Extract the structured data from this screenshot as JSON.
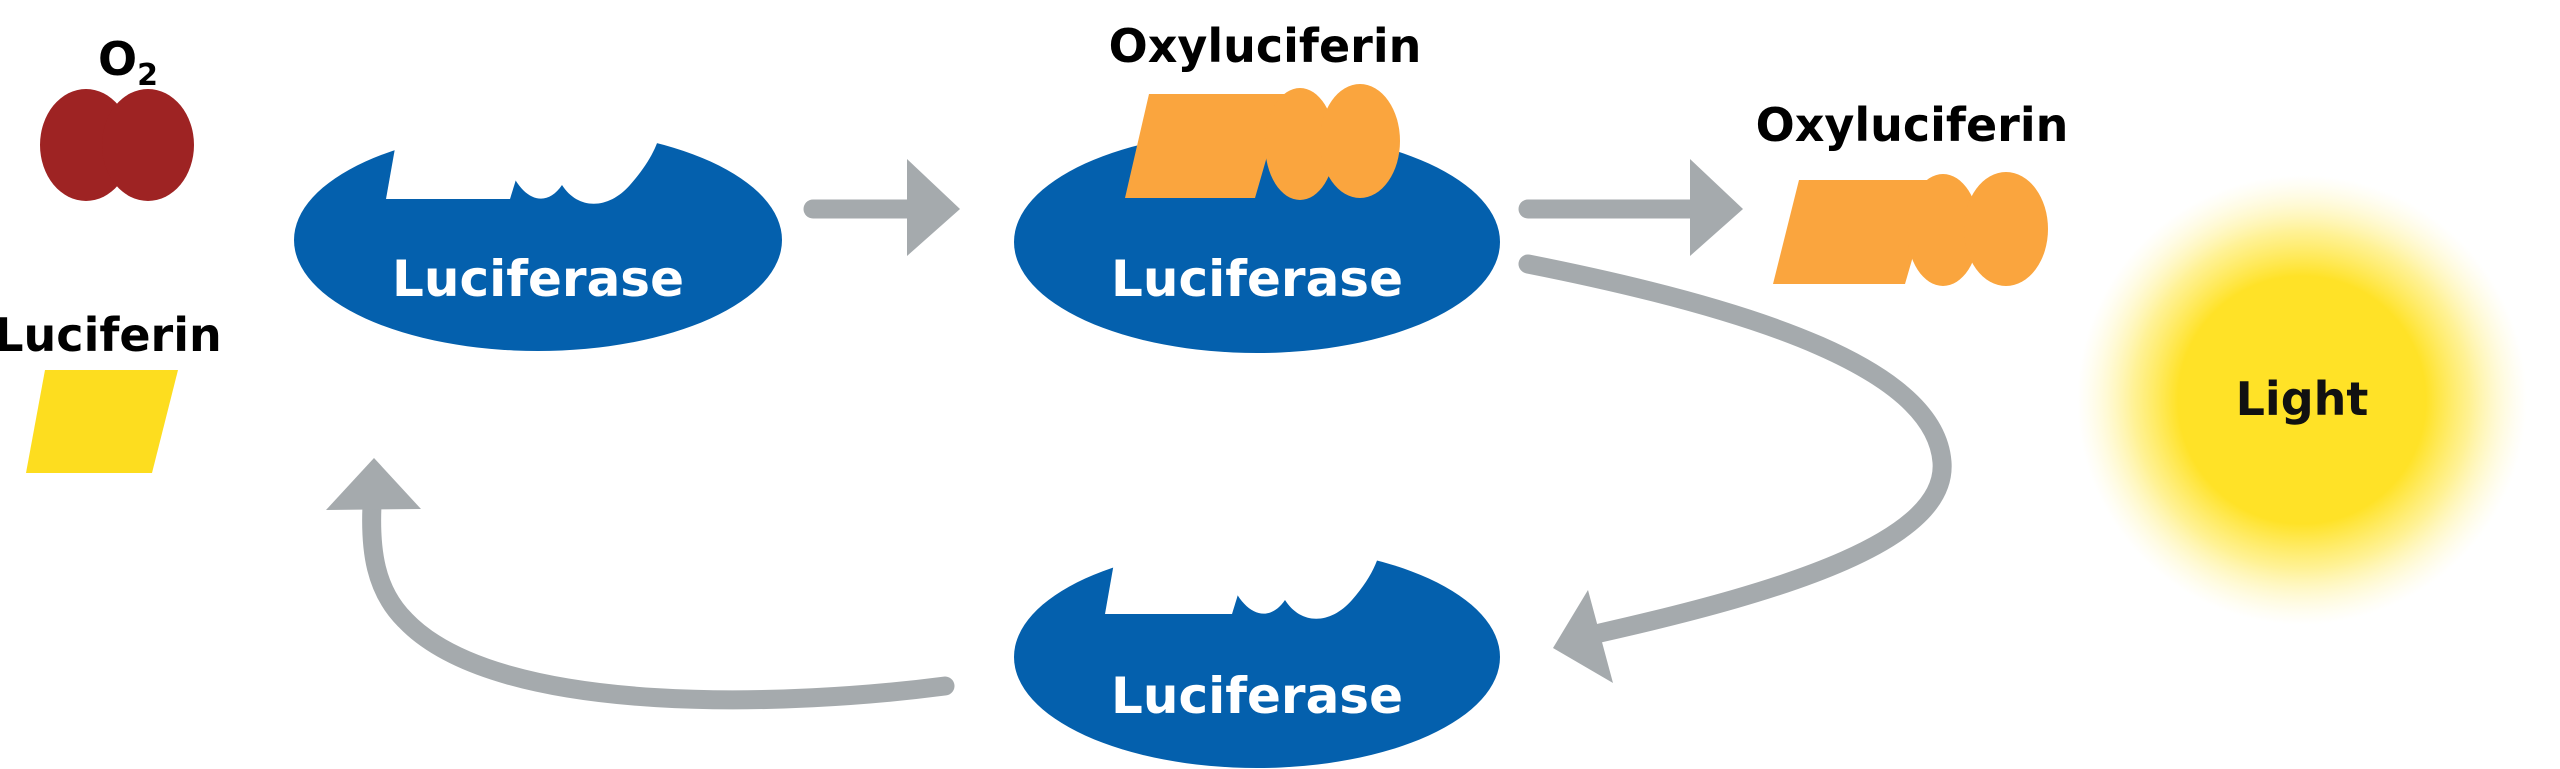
{
  "labels": {
    "o2": "O",
    "o2_subscript": "2",
    "luciferin": "Luciferin",
    "oxyluciferin_bound": "Oxyluciferin",
    "oxyluciferin_free": "Oxyluciferin",
    "luciferase_1": "Luciferase",
    "luciferase_2": "Luciferase",
    "luciferase_3": "Luciferase",
    "light": "Light"
  },
  "colors": {
    "luciferase": "#0460ad",
    "o2": "#9e2323",
    "luciferin": "#fddd1f",
    "oxyluciferin": "#faa53e",
    "arrow": "#a5aaad",
    "light_glow": "#ffe227",
    "text_dark": "#000000",
    "text_white": "#ffffff"
  }
}
